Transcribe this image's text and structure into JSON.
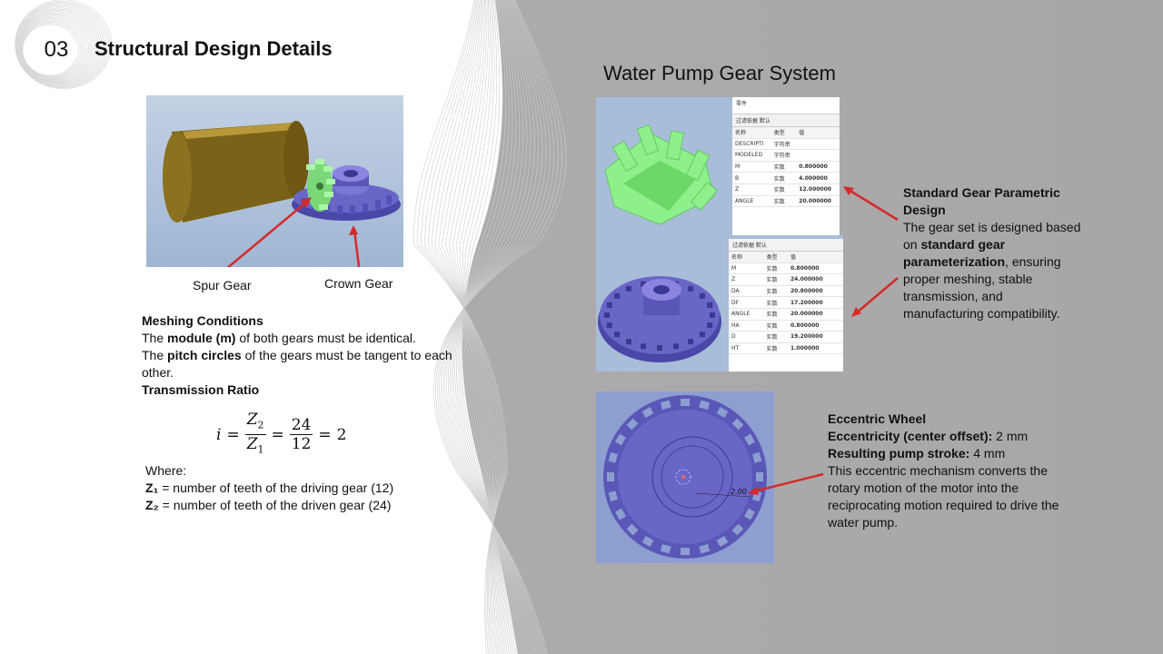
{
  "section": {
    "number": "03",
    "title": "Structural Design Details"
  },
  "right_title": "Water Pump Gear System",
  "gear_image_labels": {
    "spur": "Spur Gear",
    "crown": "Crown Gear"
  },
  "meshing": {
    "heading": "Meshing Conditions",
    "line1_pre": "The ",
    "line1_bold": "module (m)",
    "line1_post": " of both gears must be identical.",
    "line2_pre": "The ",
    "line2_bold": "pitch circles",
    "line2_post": " of the gears must be tangent to each other."
  },
  "transmission": {
    "heading": "Transmission Ratio",
    "formula": {
      "lhs": "i",
      "num1": "Z",
      "num1_sub": "2",
      "den1": "Z",
      "den1_sub": "1",
      "num2": "24",
      "den2": "12",
      "result": "2"
    }
  },
  "where": {
    "label": "Where:",
    "z1_sym": "Z₁",
    "z1_text": " = number of teeth of the driving gear (12)",
    "z2_sym": "Z₂",
    "z2_text": " = number of teeth of the driven gear (24)"
  },
  "table1": {
    "header_strip": "零件",
    "tabs": "过滤依据   默认",
    "columns": [
      "名称",
      "类型",
      "值"
    ],
    "rows": [
      [
        "DESCRIPTI",
        "字符串",
        ""
      ],
      [
        "MODELED",
        "字符串",
        ""
      ],
      [
        "M",
        "实数",
        "0.800000"
      ],
      [
        "B",
        "实数",
        "4.000000"
      ],
      [
        "Z",
        "实数",
        "12.000000"
      ],
      [
        "ANGLE",
        "实数",
        "20.000000"
      ]
    ]
  },
  "table2": {
    "tabs": "过滤依据   默认",
    "columns": [
      "名称",
      "类型",
      "值"
    ],
    "rows": [
      [
        "M",
        "实数",
        "0.800000"
      ],
      [
        "Z",
        "实数",
        "24.000000"
      ],
      [
        "DA",
        "实数",
        "20.800000"
      ],
      [
        "DF",
        "实数",
        "17.200000"
      ],
      [
        "ANGLE",
        "实数",
        "20.000000"
      ],
      [
        "HA",
        "实数",
        "0.800000"
      ],
      [
        "D",
        "实数",
        "19.200000"
      ],
      [
        "HT",
        "实数",
        "1.000000"
      ]
    ]
  },
  "eccentric_dim": "2.00",
  "standard_gear": {
    "heading": "Standard Gear Parametric Design",
    "pre": "The gear set is designed based on ",
    "bold": "standard gear parameterization",
    "post": ", ensuring proper meshing, stable transmission, and manufacturing compatibility."
  },
  "eccentric": {
    "heading": "Eccentric Wheel",
    "ecc_label": "Eccentricity (center offset):",
    "ecc_value": " 2 mm",
    "stroke_label": "Resulting pump stroke:",
    "stroke_value": " 4 mm",
    "desc": "This eccentric mechanism converts the rotary motion of the motor into the reciprocating motion required to drive the water pump."
  },
  "colors": {
    "right_bg": "#a9a7a8",
    "gear_green": "#8ef08a",
    "gear_purple": "#6a66c8",
    "arrow_red": "#d42a2a",
    "cad_bg": "#a8bdd8"
  }
}
